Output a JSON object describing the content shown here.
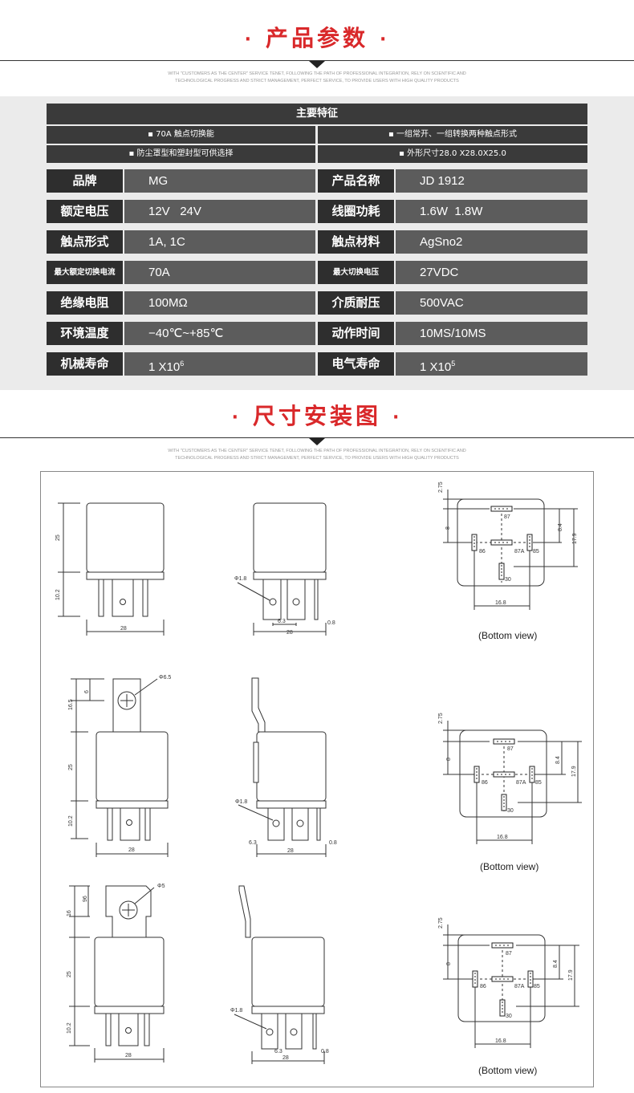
{
  "section1": {
    "title": "产品参数",
    "dot": "·",
    "tagline1": "WITH \"CUSTOMERS AS THE CENTER\" SERVICE TENET, FOLLOWING THE PATH OF PROFESSIONAL INTEGRATION, RELY ON SCIENTIFIC AND",
    "tagline2": "TECHNOLOGICAL PROGRESS AND STRICT MANAGEMENT, PERFECT SERVICE,  TO PROVIDE USERS WITH HIGH QUALITY PRODUCTS"
  },
  "features": {
    "title": "主要特征",
    "items": [
      "▪ 70A 触点切换能",
      "▪ 一组常开、一组转换两种触点形式",
      "▪ 防尘罩型和塑封型可供选择",
      "▪ 外形尺寸28.0 X28.0X25.0"
    ]
  },
  "specs": [
    {
      "l1": "品牌",
      "v1": "MG",
      "l2": "产品名称",
      "v2": "JD 1912"
    },
    {
      "l1": "额定电压",
      "v1": "12V   24V",
      "l2": "线圈功耗",
      "v2": "1.6W  1.8W"
    },
    {
      "l1": "触点形式",
      "v1": "1A, 1C",
      "l2": "触点材料",
      "v2": "AgSno2"
    },
    {
      "l1": "最大额定切换电流",
      "v1": "70A",
      "l2": "最大切换电压",
      "v2": "27VDC"
    },
    {
      "l1": "绝缘电阻",
      "v1": "100MΩ",
      "l2": "介质耐压",
      "v2": "500VAC"
    },
    {
      "l1": "环境温度",
      "v1": "−40℃~+85℃",
      "l2": "动作时间",
      "v2": "10MS/10MS"
    },
    {
      "l1": "机械寿命",
      "v1": "1 X10",
      "v1sup": "6",
      "l2": "电气寿命",
      "v2": "1 X10",
      "v2sup": "5"
    }
  ],
  "section2": {
    "title": "尺寸安装图",
    "dot": "·",
    "tagline1": "WITH \"CUSTOMERS AS THE CENTER\" SERVICE TENET, FOLLOWING THE PATH OF PROFESSIONAL INTEGRATION, RELY ON SCIENTIFIC AND",
    "tagline2": "TECHNOLOGICAL PROGRESS AND STRICT MANAGEMENT, PERFECT SERVICE,  TO PROVIDE USERS WITH HIGH QUALITY PRODUCTS"
  },
  "drawings": {
    "bottom_view_label": "(Bottom view)",
    "dims": {
      "h25": "25",
      "h102": "10.2",
      "w28": "28",
      "d18": "Φ1.8",
      "d63": "6.3",
      "d08": "0.8",
      "d65": "Φ6.5",
      "d6": "6",
      "d165": "16.5",
      "d5": "Φ5",
      "d96": "96",
      "d16": "16",
      "d275": "2.75",
      "d8": "8",
      "d84": "8.4",
      "d179": "17.9",
      "d168": "16.8"
    },
    "pins": {
      "p87": "87",
      "p86": "86",
      "p87a": "87A",
      "p85": "85",
      "p30": "30"
    }
  }
}
